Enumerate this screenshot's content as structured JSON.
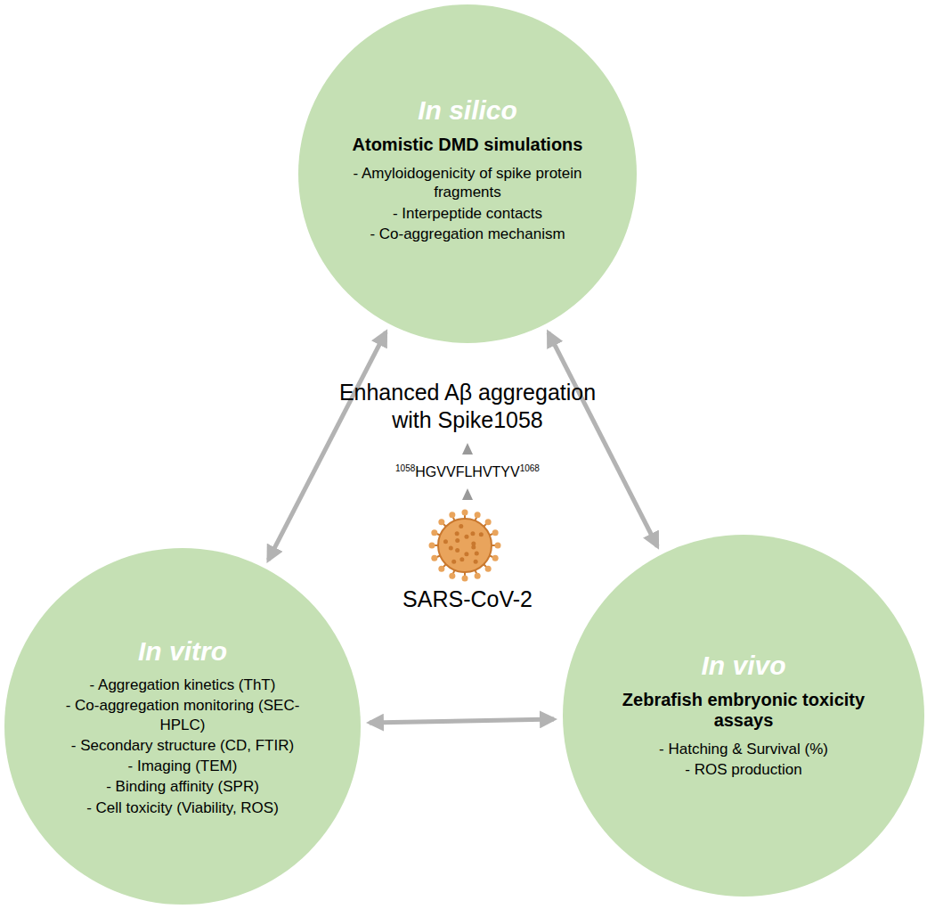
{
  "diagram": {
    "nodes": [
      {
        "text": [
          "In silico",
          "Atomistic DMD simulations",
          "- Amyloidogenicity of spike protein fragments",
          "- Interpeptide contacts",
          "- Co-aggregation mechanism"
        ]
      },
      {
        "text": [
          "In vitro",
          "- Aggregation kinetics (ThT)",
          "- Co-aggregation monitoring (SEC-HPLC)",
          "- Secondary structure (CD, FTIR)",
          "- Imaging (TEM)",
          "- Binding affinity (SPR)",
          "- Cell toxicity (Viability, ROS)"
        ]
      },
      {
        "text": [
          "In vivo",
          "Zebrafish embryonic toxicity assays",
          "- Hatching & Survival (%)",
          "- ROS production"
        ]
      }
    ],
    "edges": [
      {
        "from": 0,
        "to": 1,
        "arrow": "both"
      },
      {
        "from": 0,
        "to": 2,
        "arrow": "both"
      },
      {
        "from": 1,
        "to": 2,
        "arrow": "both"
      }
    ],
    "labels": [
      "Enhanced Aβ aggregation with Spike1058",
      "1058",
      "HGVVFLHVTYV",
      "1068",
      "SARS-CoV-2"
    ]
  }
}
